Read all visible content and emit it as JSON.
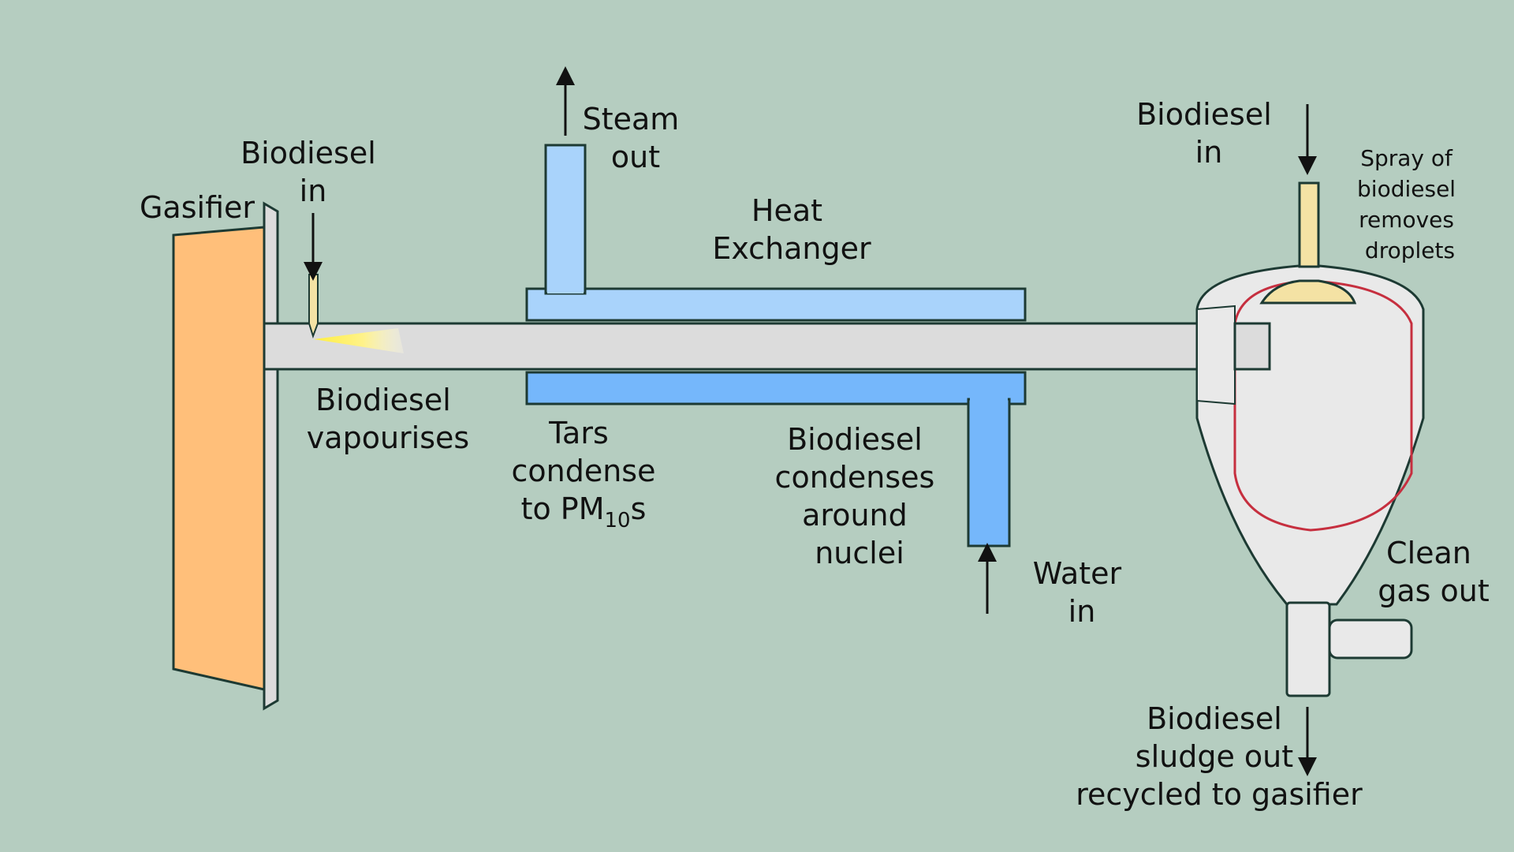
{
  "colors": {
    "background": "#b5cdc0",
    "gasifier": "#ffbf7a",
    "pipe": "#dcdcdc",
    "steam_jacket": "#a9d3fb",
    "water_jacket": "#75b7fb",
    "nozzle": "#f4e2a4",
    "spray_flame": "#ffef40",
    "cyclone": "#e9e9e9",
    "cyclone_inner": "#c62f3f",
    "arrow": "#111111"
  },
  "labels": {
    "gasifier": "Gasifier",
    "biodiesel_in_left": [
      "Biodiesel",
      "in"
    ],
    "biodiesel_vapourises": [
      "Biodiesel",
      "vapourises"
    ],
    "steam_out": [
      "Steam",
      "out"
    ],
    "heat_exchanger": [
      "Heat",
      "Exchanger"
    ],
    "tars_condense": [
      "Tars",
      "condense"
    ],
    "tars_pm_prefix": "to PM",
    "tars_pm_subscript": "10",
    "tars_pm_suffix": "s",
    "biodiesel_condenses": [
      "Biodiesel",
      "condenses",
      "around",
      "nuclei"
    ],
    "water_in": [
      "Water",
      "in"
    ],
    "biodiesel_in_right": [
      "Biodiesel",
      "in"
    ],
    "spray_of_biodiesel": [
      "Spray of",
      "biodiesel",
      "removes",
      "droplets"
    ],
    "clean_gas_out": [
      "Clean",
      "gas out"
    ],
    "sludge_out": [
      "Biodiesel",
      "sludge out",
      "recycled to gasifier"
    ]
  }
}
